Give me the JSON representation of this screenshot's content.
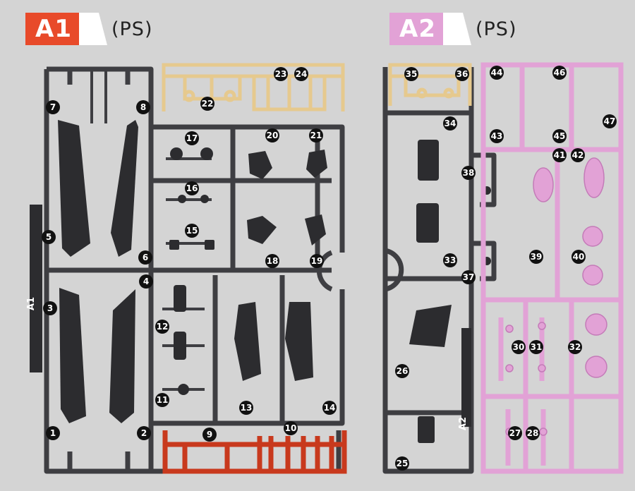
{
  "tags": {
    "a1": {
      "code": "A1",
      "material": "(PS)",
      "color": "#e84a2a"
    },
    "a2": {
      "code": "A2",
      "material": "(PS)",
      "color": "#e2a2d6"
    }
  },
  "runner_colors": {
    "dark": "#3e3e42",
    "cream": "#e6c98e",
    "red": "#c8391d",
    "pink": "#e2a2d6"
  },
  "runner_labels": {
    "a1": "A1",
    "a2": "A2"
  },
  "part_numbers": [
    "1",
    "2",
    "3",
    "4",
    "5",
    "6",
    "7",
    "8",
    "9",
    "10",
    "11",
    "12",
    "13",
    "14",
    "15",
    "16",
    "17",
    "18",
    "19",
    "20",
    "21",
    "22",
    "23",
    "24",
    "25",
    "26",
    "27",
    "28",
    "30",
    "31",
    "32",
    "33",
    "34",
    "35",
    "36",
    "37",
    "38",
    "39",
    "40",
    "41",
    "42",
    "43",
    "44",
    "45",
    "46",
    "47"
  ]
}
